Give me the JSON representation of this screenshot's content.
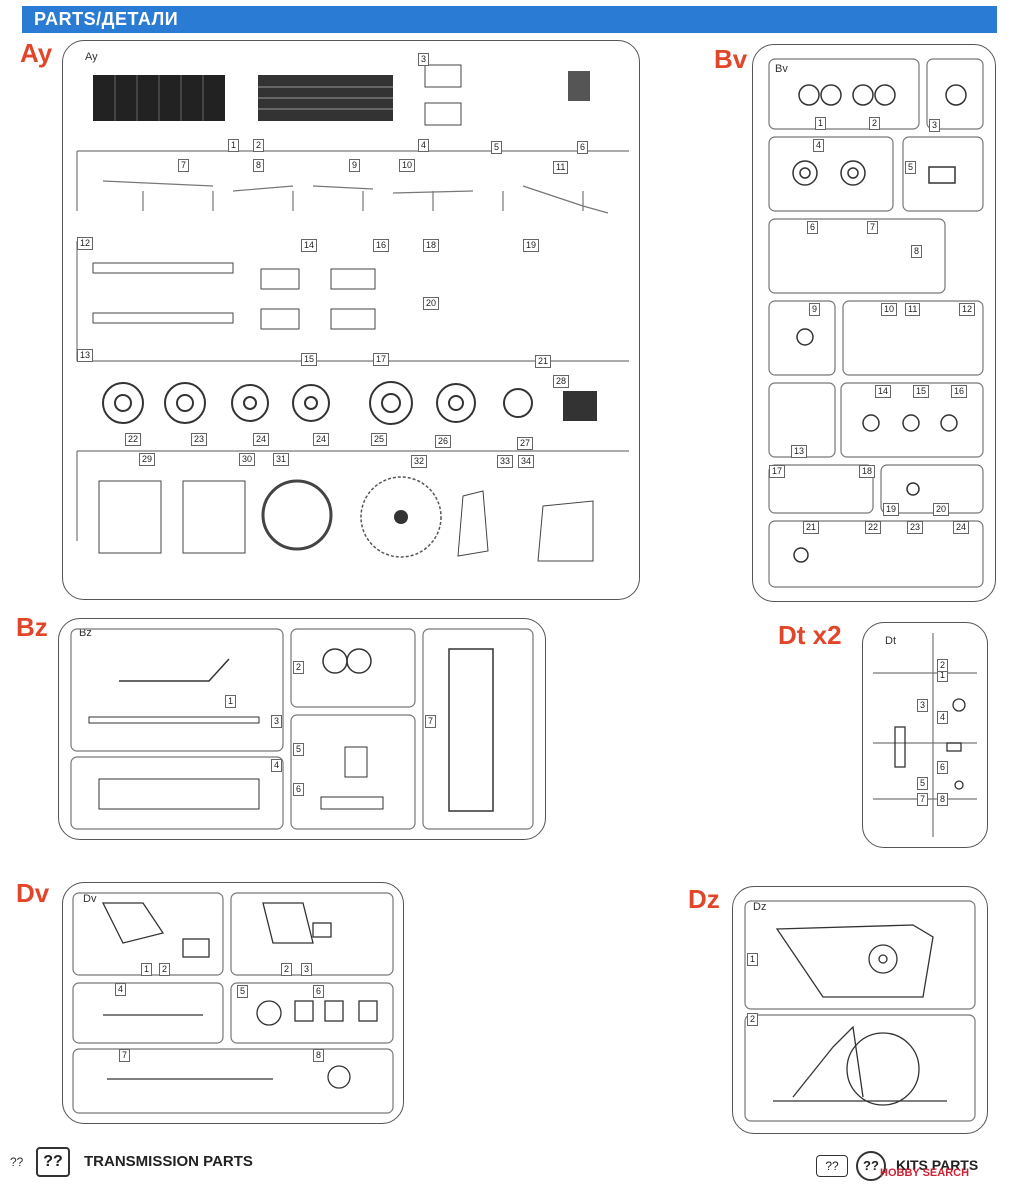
{
  "header": {
    "title": "PARTS/ДЕТАЛИ"
  },
  "sprues": {
    "ay": {
      "label": "Ay",
      "plate": "Ay",
      "parts": [
        "1",
        "2",
        "3",
        "4",
        "5",
        "6",
        "7",
        "8",
        "9",
        "10",
        "11",
        "12",
        "13",
        "14",
        "15",
        "16",
        "17",
        "18",
        "19",
        "20",
        "21",
        "22",
        "23",
        "24",
        "24",
        "25",
        "26",
        "27",
        "28",
        "29",
        "30",
        "31",
        "32",
        "33",
        "34"
      ]
    },
    "bv": {
      "label": "Bv",
      "plate": "Bv",
      "parts": [
        "1",
        "2",
        "3",
        "4",
        "5",
        "6",
        "7",
        "8",
        "9",
        "10",
        "11",
        "12",
        "13",
        "14",
        "15",
        "16",
        "17",
        "18",
        "19",
        "20",
        "21",
        "22",
        "23",
        "24"
      ]
    },
    "bz": {
      "label": "Bz",
      "plate": "Bz",
      "parts": [
        "1",
        "2",
        "3",
        "4",
        "5",
        "6",
        "7"
      ]
    },
    "dt": {
      "label": "Dt x2",
      "plate": "Dt",
      "parts": [
        "1",
        "2",
        "3",
        "4",
        "5",
        "6",
        "7",
        "8"
      ]
    },
    "dv": {
      "label": "Dv",
      "plate": "Dv",
      "parts": [
        "1",
        "2",
        "2",
        "3",
        "4",
        "5",
        "6",
        "7",
        "8"
      ]
    },
    "dz": {
      "label": "Dz",
      "plate": "Dz",
      "parts": [
        "1",
        "2"
      ]
    }
  },
  "footer": {
    "left_page": "??",
    "left_icon": "??",
    "title": "TRANSMISSION PARTS",
    "right_page": "??",
    "right_icon": "??",
    "right_brand": "KITS PARTS",
    "watermark": "HOBBY SEARCH"
  },
  "colors": {
    "header": "#2a7bd4",
    "label": "#e2462a"
  }
}
